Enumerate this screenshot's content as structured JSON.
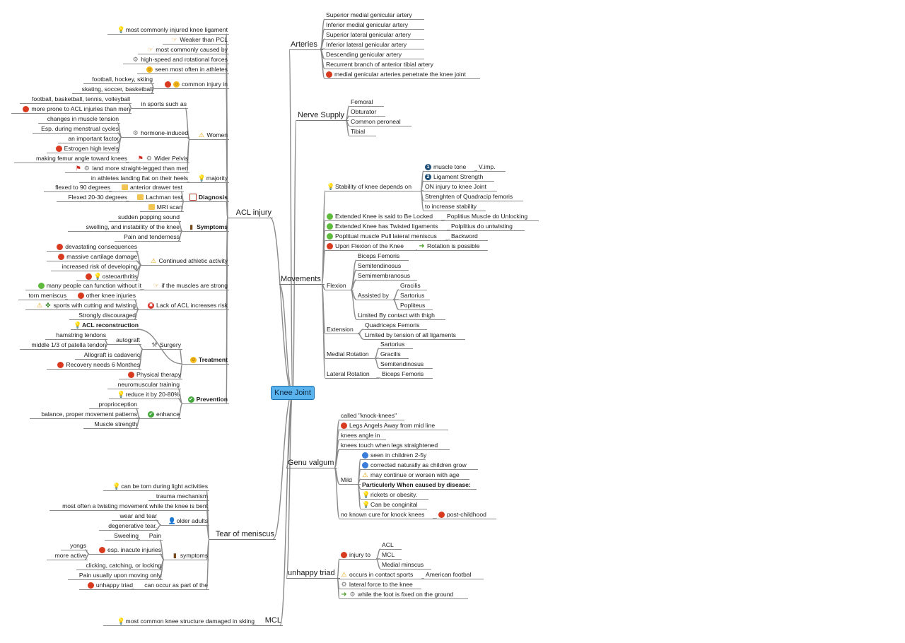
{
  "center": {
    "label": "Knee Joint"
  },
  "icons": {
    "red-dot": "",
    "green-dot": "",
    "blue-dot": "",
    "smiley": "☺",
    "bulb": "💡",
    "warning": "⚠",
    "gear": "⚙",
    "flag": "⚑",
    "hand": "☞",
    "folder": "",
    "calendar": "",
    "num1": "1",
    "num2": "2",
    "check": "✔",
    "xmark": "✖",
    "arrow": "➜",
    "person": "👤",
    "bandage": "▮",
    "cactus": "✤",
    "wrench": "⚒",
    "pill": "⚲"
  },
  "colors": {
    "center_fill": "#5ab3ec",
    "center_border": "#1d6fb0",
    "branch_line": "#8a8a8a"
  },
  "nodes": [
    {
      "id": "arteries",
      "text": "Arteries",
      "main": true
    },
    {
      "id": "art1",
      "text": "Superior medial genicular artery"
    },
    {
      "id": "art2",
      "text": "Inferior medial genicular artery"
    },
    {
      "id": "art3",
      "text": "Superior lateral genicular artery"
    },
    {
      "id": "art4",
      "text": "Inferior lateral genicular artery"
    },
    {
      "id": "art5",
      "text": "Descending genicular artery"
    },
    {
      "id": "art6",
      "text": "Recurrent branch of anterior tibial artery"
    },
    {
      "id": "art7",
      "text": "medial genicular arteries penetrate the knee joint",
      "icons": [
        "red-dot"
      ]
    },
    {
      "id": "nerve",
      "text": "Nerve Supply",
      "main": true
    },
    {
      "id": "nv1",
      "text": "Femoral"
    },
    {
      "id": "nv2",
      "text": "Obturator"
    },
    {
      "id": "nv3",
      "text": "Common peroneal"
    },
    {
      "id": "nv4",
      "text": "Tibial"
    },
    {
      "id": "movements",
      "text": "Movements",
      "main": true
    },
    {
      "id": "stab",
      "text": "Stability of knee depends on",
      "icons": [
        "bulb"
      ]
    },
    {
      "id": "stab1",
      "text": "muscle tone",
      "icons": [
        "num1"
      ]
    },
    {
      "id": "stab1a",
      "text": "V.imp."
    },
    {
      "id": "stab2",
      "text": "Ligament Strength",
      "icons": [
        "num2"
      ]
    },
    {
      "id": "stab3",
      "text": "ON injury to knee Joint"
    },
    {
      "id": "stab4",
      "text": "Strenghten of Quadracip femoris"
    },
    {
      "id": "stab5",
      "text": "to increase stability"
    },
    {
      "id": "mv1",
      "text": "Extended Knee is said to Be Locked",
      "icons": [
        "green-dot"
      ]
    },
    {
      "id": "mv1a",
      "text": "Poplitius Muscle do Unlocking"
    },
    {
      "id": "mv2",
      "text": "Extended Knee has Twisted ligaments",
      "icons": [
        "green-dot"
      ]
    },
    {
      "id": "mv2a",
      "text": "Polplitius do untwisting"
    },
    {
      "id": "mv3",
      "text": "Poplitual muscle Pull lateral meniscus",
      "icons": [
        "green-dot"
      ]
    },
    {
      "id": "mv3a",
      "text": "Backword"
    },
    {
      "id": "mv4",
      "text": "Upon Flexion of the Knee",
      "icons": [
        "red-dot"
      ]
    },
    {
      "id": "mv4a",
      "text": "Rotation is possible",
      "icons": [
        "arrow"
      ]
    },
    {
      "id": "flex",
      "text": "Flexion"
    },
    {
      "id": "fx1",
      "text": "Biceps Femoris"
    },
    {
      "id": "fx2",
      "text": "Semitendinosus"
    },
    {
      "id": "fx3",
      "text": "Semimembranosus"
    },
    {
      "id": "fx4",
      "text": "Assisted by"
    },
    {
      "id": "fx4a",
      "text": "Gracilis"
    },
    {
      "id": "fx4b",
      "text": "Sartorius"
    },
    {
      "id": "fx4c",
      "text": "Popliteus"
    },
    {
      "id": "fx5",
      "text": "Limited By contact with thigh"
    },
    {
      "id": "ext",
      "text": "Extension"
    },
    {
      "id": "ex1",
      "text": "Quadriceps Femoris"
    },
    {
      "id": "ex2",
      "text": "Limited by tension of all ligaments"
    },
    {
      "id": "medrot",
      "text": "Medial Rotation"
    },
    {
      "id": "mr1",
      "text": "Sartorius"
    },
    {
      "id": "mr2",
      "text": "Gracilis"
    },
    {
      "id": "mr3",
      "text": "Semitendinosus"
    },
    {
      "id": "latrot",
      "text": "Lateral Rotation"
    },
    {
      "id": "lr1",
      "text": "Biceps Femoris"
    },
    {
      "id": "genu",
      "text": "Genu valgum",
      "main": true
    },
    {
      "id": "gv1",
      "text": "called \"knock-knees\""
    },
    {
      "id": "gv2",
      "text": "Legs Angels Away from mid line",
      "icons": [
        "red-dot"
      ]
    },
    {
      "id": "gv3",
      "text": "knees angle in"
    },
    {
      "id": "gv4",
      "text": "knees touch when legs straightened"
    },
    {
      "id": "mild",
      "text": "Mild"
    },
    {
      "id": "md1",
      "text": "seen in children 2-5y",
      "icons": [
        "blue-dot"
      ]
    },
    {
      "id": "md2",
      "text": "corrected naturally as children grow",
      "icons": [
        "blue-dot"
      ]
    },
    {
      "id": "md3",
      "text": "may continue or worsen with age",
      "icons": [
        "warning"
      ]
    },
    {
      "id": "md4",
      "text": "Particulerly When caused by disease:",
      "bold": true
    },
    {
      "id": "md5",
      "text": "rickets or obesity.",
      "icons": [
        "bulb"
      ]
    },
    {
      "id": "md6",
      "text": "Can be conginital",
      "icons": [
        "bulb"
      ]
    },
    {
      "id": "gv5",
      "text": "no known cure for knock knees"
    },
    {
      "id": "gv5a",
      "text": "post-childhood",
      "icons": [
        "red-dot"
      ]
    },
    {
      "id": "triad",
      "text": "unhappy triad",
      "main": true
    },
    {
      "id": "ut1",
      "text": "injury to",
      "icons": [
        "red-dot"
      ]
    },
    {
      "id": "ut1a",
      "text": "ACL"
    },
    {
      "id": "ut1b",
      "text": "MCL"
    },
    {
      "id": "ut1c",
      "text": "Medial minscus"
    },
    {
      "id": "ut2",
      "text": "occurs in contact sports",
      "icons": [
        "warning"
      ]
    },
    {
      "id": "ut2a",
      "text": "American footbal"
    },
    {
      "id": "ut3",
      "text": "lateral force to the knee",
      "icons": [
        "gear"
      ]
    },
    {
      "id": "ut4",
      "text": "while the foot is fixed on the ground",
      "icons": [
        "arrow",
        "gear"
      ]
    },
    {
      "id": "acl",
      "text": "ACL injury",
      "main": true
    },
    {
      "id": "a1",
      "text": "most commonly injured knee ligament",
      "icons": [
        "bulb"
      ]
    },
    {
      "id": "a2",
      "text": "Weaker than PCL",
      "icons": [
        "hand"
      ]
    },
    {
      "id": "a3",
      "text": "most commonly caused by",
      "icons": [
        "hand"
      ]
    },
    {
      "id": "a4",
      "text": "high-speed and rotational forces",
      "icons": [
        "gear"
      ]
    },
    {
      "id": "a5",
      "text": "seen most often in athletes",
      "icons": [
        "smiley"
      ]
    },
    {
      "id": "a6",
      "text": "common injury in",
      "icons": [
        "red-dot",
        "smiley"
      ]
    },
    {
      "id": "a6a",
      "text": "football, hockey, skiing"
    },
    {
      "id": "a6b",
      "text": "skating, soccer, basketball"
    },
    {
      "id": "women",
      "text": "Women",
      "icons": [
        "warning"
      ]
    },
    {
      "id": "w1",
      "text": "in sports such as"
    },
    {
      "id": "w1a",
      "text": "football, basketball, tennis, volleyball"
    },
    {
      "id": "w1b",
      "text": "more prone to ACL injuries than men",
      "icons": [
        "red-dot"
      ]
    },
    {
      "id": "w2",
      "text": "hormone-induced",
      "icons": [
        "gear"
      ]
    },
    {
      "id": "w2a",
      "text": "changes in muscle tension"
    },
    {
      "id": "w2b",
      "text": "Esp. during menstrual cycles"
    },
    {
      "id": "w2c",
      "text": "an important factor"
    },
    {
      "id": "w2d",
      "text": "Estrogen high levels",
      "icons": [
        "red-dot"
      ]
    },
    {
      "id": "w3",
      "text": "Wider Pelvis",
      "icons": [
        "flag",
        "gear"
      ]
    },
    {
      "id": "w3a",
      "text": "making femur angle toward knees"
    },
    {
      "id": "w4",
      "text": "land more straight-legged than men",
      "icons": [
        "flag",
        "gear"
      ]
    },
    {
      "id": "maj",
      "text": "majority",
      "icons": [
        "bulb"
      ]
    },
    {
      "id": "maja",
      "text": "in athletes landing flat on their heels"
    },
    {
      "id": "diag",
      "text": "Diagnosis",
      "icons": [
        "calendar"
      ],
      "bold": true
    },
    {
      "id": "d1",
      "text": "anterior drawer test",
      "icons": [
        "folder"
      ]
    },
    {
      "id": "d1a",
      "text": "flexed to 90 degrees"
    },
    {
      "id": "d2",
      "text": "Lachman test",
      "icons": [
        "folder"
      ]
    },
    {
      "id": "d2a",
      "text": "Flexed 20-30  degrees"
    },
    {
      "id": "d3",
      "text": "MRI scan",
      "icons": [
        "folder"
      ]
    },
    {
      "id": "symp",
      "text": "Symptoms",
      "icons": [
        "bandage"
      ],
      "bold": true
    },
    {
      "id": "s1",
      "text": "sudden popping sound"
    },
    {
      "id": "s2",
      "text": "swelling, and instability of the knee"
    },
    {
      "id": "s3",
      "text": "Pain and tenderness"
    },
    {
      "id": "cont",
      "text": "Continued athletic activity",
      "icons": [
        "warning"
      ]
    },
    {
      "id": "c1",
      "text": "devastating consequences",
      "icons": [
        "red-dot"
      ]
    },
    {
      "id": "c2",
      "text": "massive cartilage damage",
      "icons": [
        "red-dot"
      ]
    },
    {
      "id": "c3",
      "text": "increased risk of developing"
    },
    {
      "id": "c4",
      "text": "osteoarthritis",
      "icons": [
        "red-dot",
        "bulb"
      ]
    },
    {
      "id": "ifm",
      "text": "if the muscles are strong",
      "icons": [
        "hand"
      ]
    },
    {
      "id": "ifma",
      "text": "many people can function without it",
      "icons": [
        "green-dot"
      ]
    },
    {
      "id": "lack",
      "text": "Lack of ACL increases risk",
      "icons": [
        "xmark"
      ]
    },
    {
      "id": "l1",
      "text": "other knee injuries",
      "icons": [
        "red-dot"
      ]
    },
    {
      "id": "l1a",
      "text": "torn meniscus"
    },
    {
      "id": "l2",
      "text": "sports with cutting and twisting",
      "icons": [
        "warning",
        "cactus"
      ]
    },
    {
      "id": "l3",
      "text": "Strongly discouraged"
    },
    {
      "id": "treat",
      "text": "Treatment",
      "icons": [
        "smiley"
      ],
      "bold": true
    },
    {
      "id": "t1",
      "text": "ACL reconstruction",
      "icons": [
        "bulb"
      ],
      "bold": true
    },
    {
      "id": "surg",
      "text": "Surgery",
      "icons": [
        "wrench"
      ]
    },
    {
      "id": "sg1",
      "text": "autograft"
    },
    {
      "id": "sg1a",
      "text": "hamstring tendons"
    },
    {
      "id": "sg1b",
      "text": "middle 1/3 of patella tendon"
    },
    {
      "id": "sg2",
      "text": "Allograft is cadaveric"
    },
    {
      "id": "sg3",
      "text": "Recovery needs 6 Monthes",
      "icons": [
        "red-dot"
      ]
    },
    {
      "id": "t2",
      "text": "Physical therapy",
      "icons": [
        "red-dot"
      ]
    },
    {
      "id": "prev",
      "text": "Prevention",
      "icons": [
        "check"
      ],
      "bold": true
    },
    {
      "id": "p1",
      "text": "neuromuscular training"
    },
    {
      "id": "p2",
      "text": "reduce it by 20-80%",
      "icons": [
        "bulb"
      ]
    },
    {
      "id": "enh",
      "text": "enhance",
      "icons": [
        "check"
      ]
    },
    {
      "id": "e1",
      "text": "proprioception"
    },
    {
      "id": "e2",
      "text": "balance, proper movement patterns"
    },
    {
      "id": "e3",
      "text": "Muscle strength"
    },
    {
      "id": "tear",
      "text": "Tear of meniscus",
      "main": true
    },
    {
      "id": "tm1",
      "text": "can be torn during light activities",
      "icons": [
        "bulb"
      ]
    },
    {
      "id": "tm2",
      "text": "trauma mechanism"
    },
    {
      "id": "tm3",
      "text": "most often a twisting movement while the knee is bent"
    },
    {
      "id": "old",
      "text": "older adults",
      "icons": [
        "person"
      ]
    },
    {
      "id": "o1",
      "text": "wear and tear"
    },
    {
      "id": "o2",
      "text": "degenerative tear."
    },
    {
      "id": "tsym",
      "text": "symptoms",
      "icons": [
        "bandage"
      ]
    },
    {
      "id": "ts1",
      "text": "Pain"
    },
    {
      "id": "ts1a",
      "text": "Sweeling"
    },
    {
      "id": "ts2",
      "text": "esp. inacute injuries",
      "icons": [
        "red-dot"
      ]
    },
    {
      "id": "ts2a",
      "text": "yongs"
    },
    {
      "id": "ts2b",
      "text": "more active"
    },
    {
      "id": "ts3",
      "text": "clicking, catching, or locking"
    },
    {
      "id": "ts4",
      "text": "Pain usually upon moving only"
    },
    {
      "id": "tm4",
      "text": "can occur as part of the"
    },
    {
      "id": "tm4a",
      "text": "unhappy triad",
      "icons": [
        "red-dot"
      ]
    },
    {
      "id": "mcl",
      "text": "MCL",
      "main": true
    },
    {
      "id": "mc1",
      "text": "most common knee structure damaged in skiing",
      "icons": [
        "bulb"
      ]
    }
  ]
}
